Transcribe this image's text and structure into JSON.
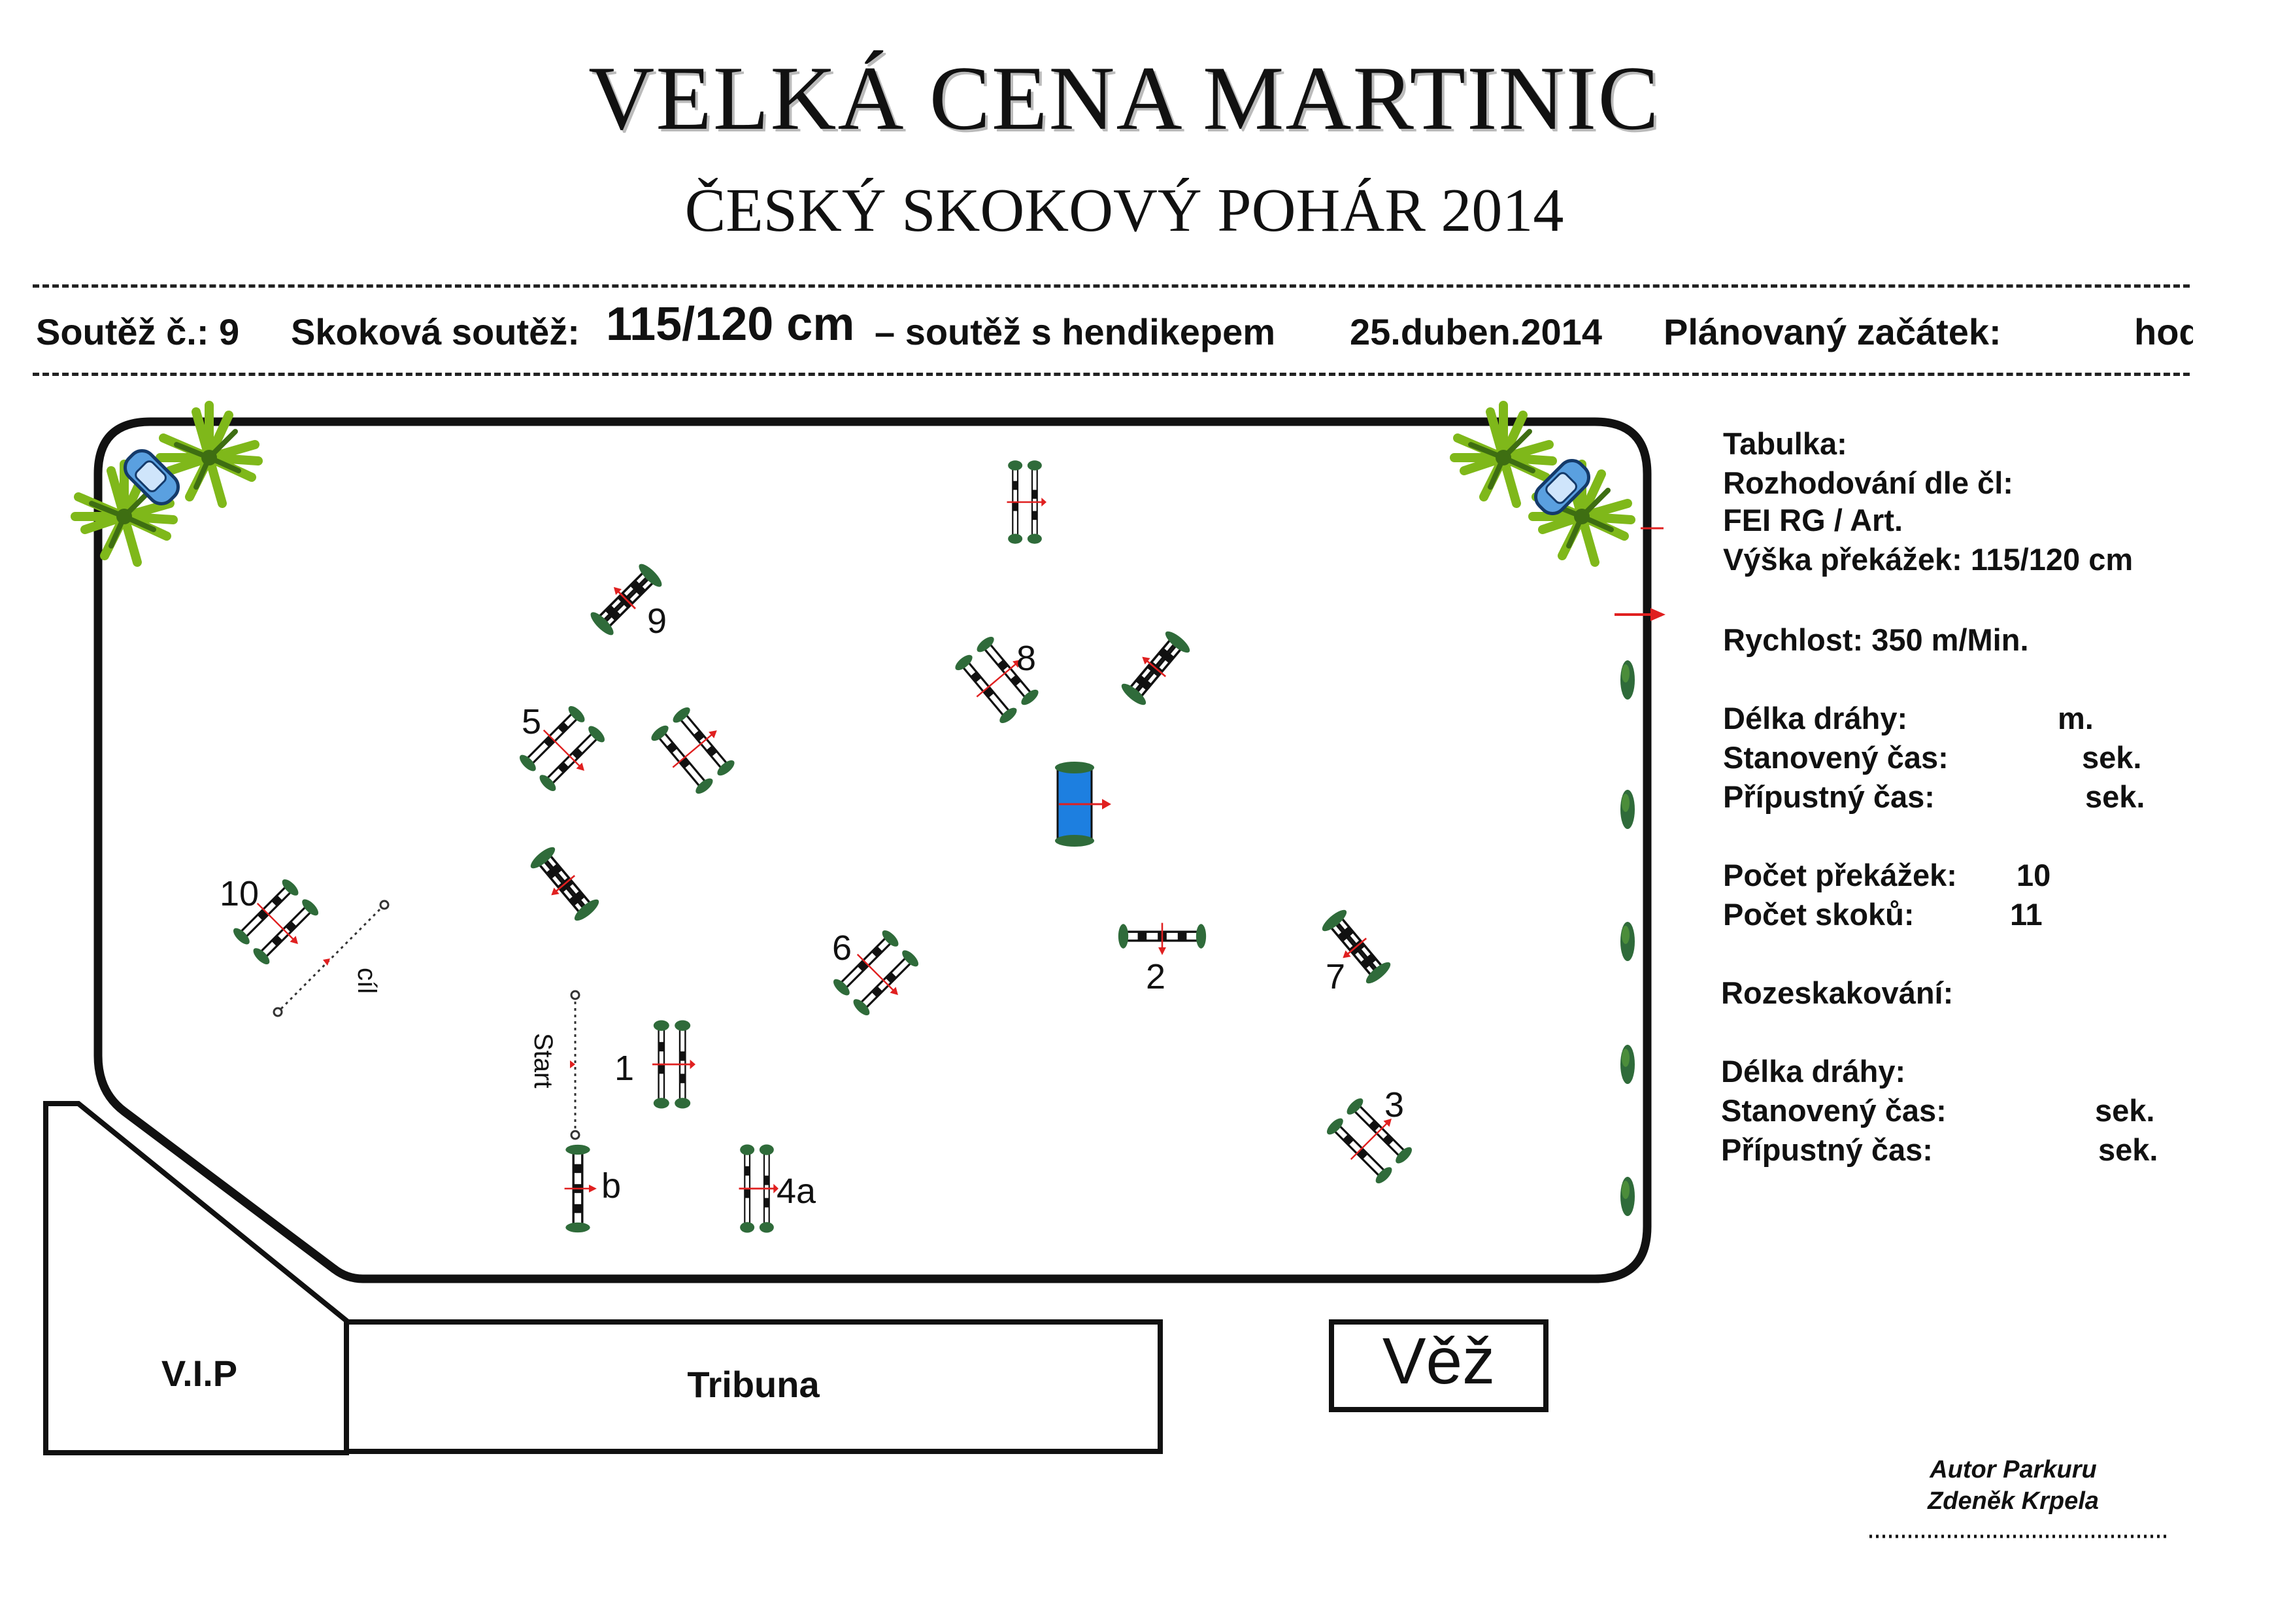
{
  "header": {
    "title": "VELKÁ CENA MARTINIC",
    "subtitle": "ČESKÝ SKOKOVÝ POHÁR 2014"
  },
  "info": {
    "competition_no": "Soutěž č.: 9",
    "type_label": "Skoková soutěž:",
    "height": "115/120 cm",
    "handicap": "– soutěž s hendikepem",
    "date": "25.duben.2014",
    "start_label": "Plánovaný začátek:",
    "start_value": "hod"
  },
  "sidebar": {
    "tabulka": "Tabulka:",
    "rules": "Rozhodování dle čl:",
    "fei": "FEI RG / Art.",
    "vyska": "Výška překážek:  115/120 cm",
    "rychlost": "Rychlost:  350  m/Min.",
    "delka1": "Délka dráhy:",
    "delka1_unit": "m.",
    "stanoveny1": "Stanovený čas:",
    "stanoveny1_unit": "sek.",
    "pripustny1": "Přípustný čas:",
    "pripustny1_unit": "sek.",
    "pocet_prekazek": "Počet překážek:",
    "pocet_prekazek_val": "10",
    "pocet_skoku": "Počet skoků:",
    "pocet_skoku_val": "11",
    "rozeskakovani": "Rozeskakování:",
    "delka2": "Délka dráhy:",
    "stanoveny2": "Stanovený čas:",
    "stanoveny2_unit": "sek.",
    "pripustny2": "Přípustný čas:",
    "pripustny2_unit": "sek."
  },
  "areas": {
    "vip": "V.I.P",
    "tribuna": "Tribuna",
    "vez": "Věž"
  },
  "course": {
    "start_label": "Start",
    "finish_label": "cíl",
    "jump_labels": [
      "9",
      "8",
      "5",
      "10",
      "6",
      "2",
      "7",
      "1",
      "3",
      "b",
      "4a"
    ]
  },
  "author": {
    "line1": "Autor Parkuru",
    "line2": "Zdeněk Krpela"
  },
  "colors": {
    "water": "#1d7fe0",
    "pole_green": "#2f6b3a",
    "flag_red": "#e02020",
    "palm": "#8ac21a",
    "car": "#5aa0e0"
  }
}
